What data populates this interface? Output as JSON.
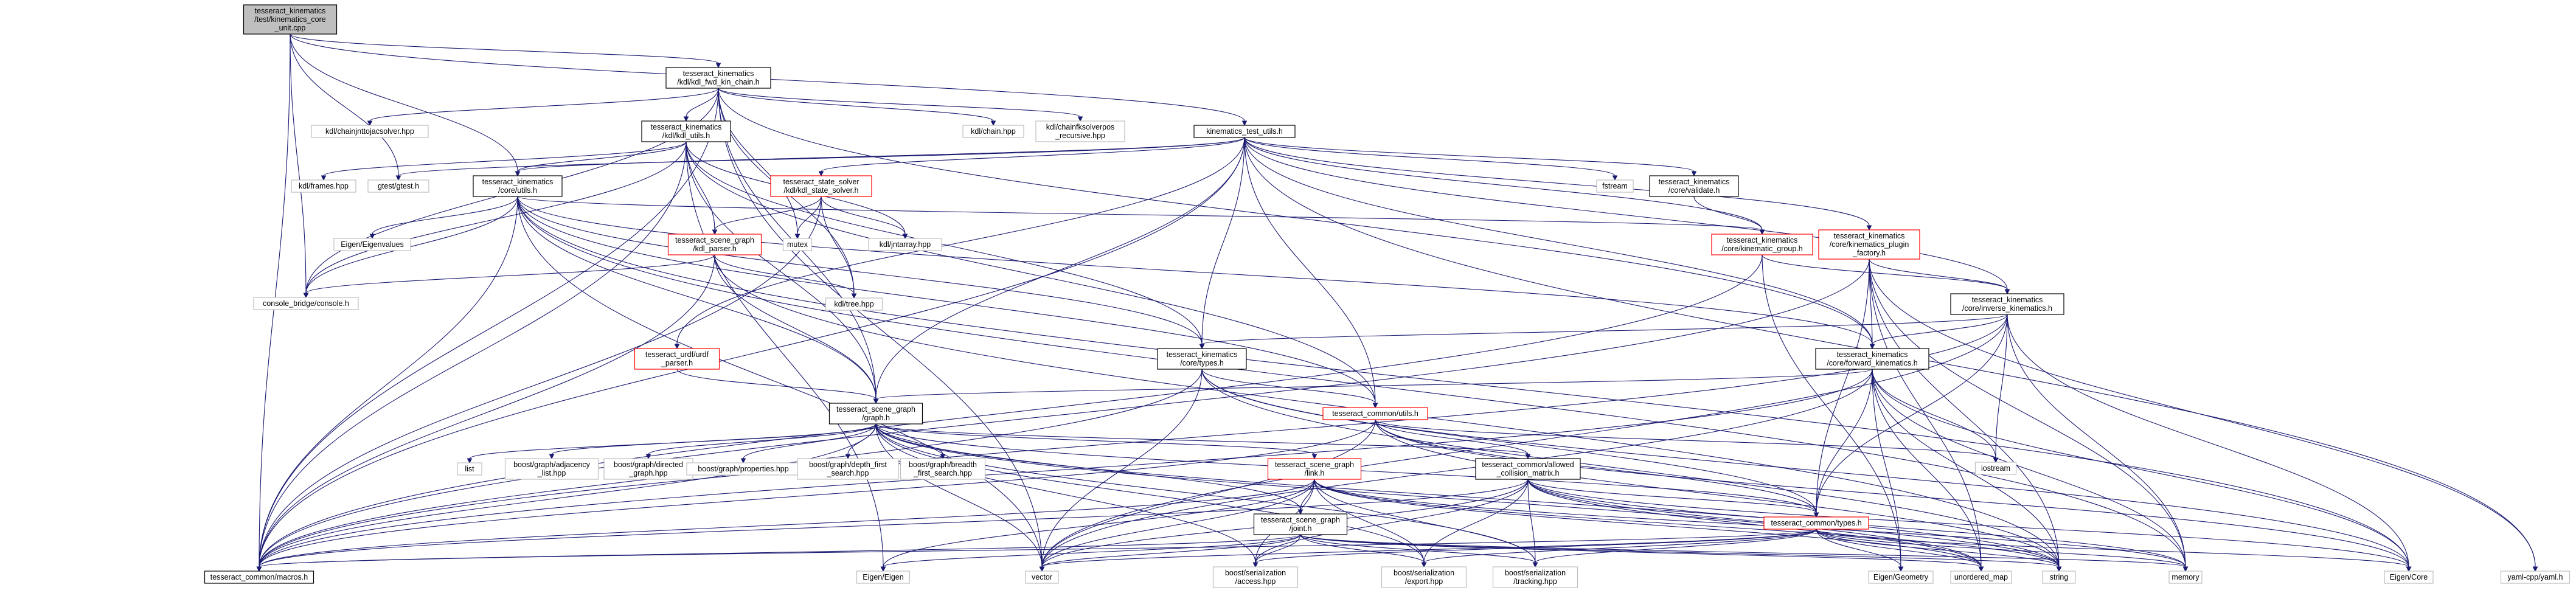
{
  "diagram": {
    "colors": {
      "edge": "#191970",
      "root_fill": "#bfbfbf",
      "node_border": "#000000",
      "incomplete_border": "#ff0000",
      "external_border": "#bfbfbf"
    },
    "nodes": [
      {
        "id": "root",
        "lines": [
          "tesseract_kinematics",
          "/test/kinematics_core",
          "_unit.cpp"
        ],
        "kind": "root"
      },
      {
        "id": "kdl_fwd",
        "lines": [
          "tesseract_kinematics",
          "/kdl/kdl_fwd_kin_chain.h"
        ],
        "kind": "normal"
      },
      {
        "id": "kdl_utils",
        "lines": [
          "tesseract_kinematics",
          "/kdl/kdl_utils.h"
        ],
        "kind": "normal"
      },
      {
        "id": "kin_test_utils",
        "lines": [
          "kinematics_test_utils.h"
        ],
        "kind": "normal"
      },
      {
        "id": "core_utils",
        "lines": [
          "tesseract_kinematics",
          "/core/utils.h"
        ],
        "kind": "normal"
      },
      {
        "id": "state_solver",
        "lines": [
          "tesseract_state_solver",
          "/kdl/kdl_state_solver.h"
        ],
        "kind": "incomplete"
      },
      {
        "id": "core_validate",
        "lines": [
          "tesseract_kinematics",
          "/core/validate.h"
        ],
        "kind": "normal"
      },
      {
        "id": "plugin_factory",
        "lines": [
          "tesseract_kinematics",
          "/core/kinematics_plugin",
          "_factory.h"
        ],
        "kind": "incomplete"
      },
      {
        "id": "kin_group",
        "lines": [
          "tesseract_kinematics",
          "/core/kinematic_group.h"
        ],
        "kind": "incomplete"
      },
      {
        "id": "kdl_parser",
        "lines": [
          "tesseract_scene_graph",
          "/kdl_parser.h"
        ],
        "kind": "incomplete"
      },
      {
        "id": "inv_kin",
        "lines": [
          "tesseract_kinematics",
          "/core/inverse_kinematics.h"
        ],
        "kind": "normal"
      },
      {
        "id": "urdf_parser",
        "lines": [
          "tesseract_urdf/urdf",
          "_parser.h"
        ],
        "kind": "incomplete"
      },
      {
        "id": "core_types",
        "lines": [
          "tesseract_kinematics",
          "/core/types.h"
        ],
        "kind": "normal"
      },
      {
        "id": "fwd_kin",
        "lines": [
          "tesseract_kinematics",
          "/core/forward_kinematics.h"
        ],
        "kind": "normal"
      },
      {
        "id": "graph",
        "lines": [
          "tesseract_scene_graph",
          "/graph.h"
        ],
        "kind": "normal"
      },
      {
        "id": "common_utils",
        "lines": [
          "tesseract_common/utils.h"
        ],
        "kind": "incomplete"
      },
      {
        "id": "link",
        "lines": [
          "tesseract_scene_graph",
          "/link.h"
        ],
        "kind": "incomplete"
      },
      {
        "id": "acm",
        "lines": [
          "tesseract_common/allowed",
          "_collision_matrix.h"
        ],
        "kind": "normal"
      },
      {
        "id": "common_types",
        "lines": [
          "tesseract_common/types.h"
        ],
        "kind": "incomplete"
      },
      {
        "id": "joint",
        "lines": [
          "tesseract_scene_graph",
          "/joint.h"
        ],
        "kind": "normal"
      },
      {
        "id": "macros",
        "lines": [
          "tesseract_common/macros.h"
        ],
        "kind": "normal"
      },
      {
        "id": "chainiktojac",
        "lines": [
          "kdl/chainjnttojacsolver.hpp"
        ],
        "kind": "external"
      },
      {
        "id": "chain",
        "lines": [
          "kdl/chain.hpp"
        ],
        "kind": "external"
      },
      {
        "id": "chainfksolverpos",
        "lines": [
          "kdl/chainfksolverpos",
          "_recursive.hpp"
        ],
        "kind": "external"
      },
      {
        "id": "kdl_frames",
        "lines": [
          "kdl/frames.hpp"
        ],
        "kind": "external"
      },
      {
        "id": "gtest",
        "lines": [
          "gtest/gtest.h"
        ],
        "kind": "external"
      },
      {
        "id": "eigenvalues",
        "lines": [
          "Eigen/Eigenvalues"
        ],
        "kind": "external"
      },
      {
        "id": "mutex",
        "lines": [
          "mutex"
        ],
        "kind": "external"
      },
      {
        "id": "jntarray",
        "lines": [
          "kdl/jntarray.hpp"
        ],
        "kind": "external"
      },
      {
        "id": "fstream",
        "lines": [
          "fstream"
        ],
        "kind": "external"
      },
      {
        "id": "console",
        "lines": [
          "console_bridge/console.h"
        ],
        "kind": "external"
      },
      {
        "id": "kdl_tree",
        "lines": [
          "kdl/tree.hpp"
        ],
        "kind": "external"
      },
      {
        "id": "iostream",
        "lines": [
          "iostream"
        ],
        "kind": "external"
      },
      {
        "id": "list",
        "lines": [
          "list"
        ],
        "kind": "external"
      },
      {
        "id": "adj_list",
        "lines": [
          "boost/graph/adjacency",
          "_list.hpp"
        ],
        "kind": "external"
      },
      {
        "id": "directed_graph",
        "lines": [
          "boost/graph/directed",
          "_graph.hpp"
        ],
        "kind": "external"
      },
      {
        "id": "properties",
        "lines": [
          "boost/graph/properties.hpp"
        ],
        "kind": "external"
      },
      {
        "id": "dfs",
        "lines": [
          "boost/graph/depth_first",
          "_search.hpp"
        ],
        "kind": "external"
      },
      {
        "id": "bfs",
        "lines": [
          "boost/graph/breadth",
          "_first_search.hpp"
        ],
        "kind": "external"
      },
      {
        "id": "eigen_eigen",
        "lines": [
          "Eigen/Eigen"
        ],
        "kind": "external"
      },
      {
        "id": "vector",
        "lines": [
          "vector"
        ],
        "kind": "external"
      },
      {
        "id": "access",
        "lines": [
          "boost/serialization",
          "/access.hpp"
        ],
        "kind": "external"
      },
      {
        "id": "export",
        "lines": [
          "boost/serialization",
          "/export.hpp"
        ],
        "kind": "external"
      },
      {
        "id": "tracking",
        "lines": [
          "boost/serialization",
          "/tracking.hpp"
        ],
        "kind": "external"
      },
      {
        "id": "eigen_geometry",
        "lines": [
          "Eigen/Geometry"
        ],
        "kind": "external"
      },
      {
        "id": "unordered_map",
        "lines": [
          "unordered_map"
        ],
        "kind": "external"
      },
      {
        "id": "string",
        "lines": [
          "string"
        ],
        "kind": "external"
      },
      {
        "id": "memory",
        "lines": [
          "memory"
        ],
        "kind": "external"
      },
      {
        "id": "eigen_core",
        "lines": [
          "Eigen/Core"
        ],
        "kind": "external"
      },
      {
        "id": "yaml",
        "lines": [
          "yaml-cpp/yaml.h"
        ],
        "kind": "external"
      }
    ],
    "edges": [
      [
        "root",
        "kdl_fwd"
      ],
      [
        "root",
        "kin_test_utils"
      ],
      [
        "root",
        "core_utils"
      ],
      [
        "root",
        "gtest"
      ],
      [
        "root",
        "macros"
      ],
      [
        "root",
        "console"
      ],
      [
        "kdl_fwd",
        "kdl_utils"
      ],
      [
        "kdl_fwd",
        "chainiktojac"
      ],
      [
        "kdl_fwd",
        "chain"
      ],
      [
        "kdl_fwd",
        "chainfksolverpos"
      ],
      [
        "kdl_fwd",
        "mutex"
      ],
      [
        "kdl_fwd",
        "fwd_kin"
      ],
      [
        "kdl_fwd",
        "graph"
      ],
      [
        "kdl_fwd",
        "macros"
      ],
      [
        "kdl_fwd",
        "console"
      ],
      [
        "kdl_fwd",
        "kdl_tree"
      ],
      [
        "kdl_fwd",
        "vector"
      ],
      [
        "kdl_utils",
        "kdl_frames"
      ],
      [
        "kdl_utils",
        "jntarray"
      ],
      [
        "kdl_utils",
        "kdl_parser"
      ],
      [
        "kdl_utils",
        "core_utils"
      ],
      [
        "kdl_utils",
        "core_types"
      ],
      [
        "kdl_utils",
        "graph"
      ],
      [
        "kdl_utils",
        "common_utils"
      ],
      [
        "kdl_utils",
        "macros"
      ],
      [
        "kdl_utils",
        "console"
      ],
      [
        "kdl_utils",
        "eigen_eigen"
      ],
      [
        "kin_test_utils",
        "gtest"
      ],
      [
        "kin_test_utils",
        "fstream"
      ],
      [
        "kin_test_utils",
        "state_solver"
      ],
      [
        "kin_test_utils",
        "core_validate"
      ],
      [
        "kin_test_utils",
        "plugin_factory"
      ],
      [
        "kin_test_utils",
        "kin_group"
      ],
      [
        "kin_test_utils",
        "core_utils"
      ],
      [
        "kin_test_utils",
        "inv_kin"
      ],
      [
        "kin_test_utils",
        "fwd_kin"
      ],
      [
        "kin_test_utils",
        "core_types"
      ],
      [
        "kin_test_utils",
        "urdf_parser"
      ],
      [
        "kin_test_utils",
        "graph"
      ],
      [
        "kin_test_utils",
        "common_utils"
      ],
      [
        "kin_test_utils",
        "macros"
      ],
      [
        "kin_test_utils",
        "yaml"
      ],
      [
        "core_utils",
        "eigenvalues"
      ],
      [
        "core_utils",
        "kin_group"
      ],
      [
        "core_utils",
        "fwd_kin"
      ],
      [
        "core_utils",
        "core_types"
      ],
      [
        "core_utils",
        "graph"
      ],
      [
        "core_utils",
        "common_utils"
      ],
      [
        "core_utils",
        "macros"
      ],
      [
        "core_utils",
        "console"
      ],
      [
        "core_utils",
        "vector"
      ],
      [
        "core_utils",
        "memory"
      ],
      [
        "core_utils",
        "eigen_core"
      ],
      [
        "state_solver",
        "kdl_parser"
      ],
      [
        "state_solver",
        "mutex"
      ],
      [
        "state_solver",
        "kdl_tree"
      ],
      [
        "state_solver",
        "jntarray"
      ],
      [
        "state_solver",
        "macros"
      ],
      [
        "core_validate",
        "kin_group"
      ],
      [
        "plugin_factory",
        "inv_kin"
      ],
      [
        "plugin_factory",
        "fwd_kin"
      ],
      [
        "plugin_factory",
        "common_types"
      ],
      [
        "plugin_factory",
        "macros"
      ],
      [
        "plugin_factory",
        "yaml"
      ],
      [
        "plugin_factory",
        "unordered_map"
      ],
      [
        "plugin_factory",
        "string"
      ],
      [
        "plugin_factory",
        "memory"
      ],
      [
        "kin_group",
        "inv_kin"
      ],
      [
        "kin_group",
        "macros"
      ],
      [
        "kin_group",
        "eigen_geometry"
      ],
      [
        "kdl_parser",
        "kdl_tree"
      ],
      [
        "kdl_parser",
        "graph"
      ],
      [
        "kdl_parser",
        "macros"
      ],
      [
        "kdl_parser",
        "console"
      ],
      [
        "kdl_parser",
        "string"
      ],
      [
        "inv_kin",
        "core_types"
      ],
      [
        "inv_kin",
        "fwd_kin"
      ],
      [
        "inv_kin",
        "common_types"
      ],
      [
        "inv_kin",
        "macros"
      ],
      [
        "inv_kin",
        "vector"
      ],
      [
        "inv_kin",
        "memory"
      ],
      [
        "inv_kin",
        "eigen_core"
      ],
      [
        "inv_kin",
        "iostream"
      ],
      [
        "urdf_parser",
        "graph"
      ],
      [
        "core_types",
        "common_utils"
      ],
      [
        "core_types",
        "common_types"
      ],
      [
        "core_types",
        "macros"
      ],
      [
        "core_types",
        "eigen_core"
      ],
      [
        "core_types",
        "vector"
      ],
      [
        "core_types",
        "string"
      ],
      [
        "fwd_kin",
        "graph"
      ],
      [
        "fwd_kin",
        "common_types"
      ],
      [
        "fwd_kin",
        "macros"
      ],
      [
        "fwd_kin",
        "eigen_geometry"
      ],
      [
        "fwd_kin",
        "unordered_map"
      ],
      [
        "fwd_kin",
        "iostream"
      ],
      [
        "fwd_kin",
        "string"
      ],
      [
        "fwd_kin",
        "memory"
      ],
      [
        "fwd_kin",
        "vector"
      ],
      [
        "fwd_kin",
        "eigen_core"
      ],
      [
        "graph",
        "list"
      ],
      [
        "graph",
        "adj_list"
      ],
      [
        "graph",
        "directed_graph"
      ],
      [
        "graph",
        "properties"
      ],
      [
        "graph",
        "dfs"
      ],
      [
        "graph",
        "bfs"
      ],
      [
        "graph",
        "link"
      ],
      [
        "graph",
        "joint"
      ],
      [
        "graph",
        "acm"
      ],
      [
        "graph",
        "common_types"
      ],
      [
        "graph",
        "macros"
      ],
      [
        "graph",
        "access"
      ],
      [
        "graph",
        "export"
      ],
      [
        "graph",
        "tracking"
      ],
      [
        "graph",
        "unordered_map"
      ],
      [
        "graph",
        "string"
      ],
      [
        "graph",
        "vector"
      ],
      [
        "common_utils",
        "common_types"
      ],
      [
        "common_utils",
        "acm"
      ],
      [
        "common_utils",
        "iostream"
      ],
      [
        "common_utils",
        "vector"
      ],
      [
        "common_utils",
        "string"
      ],
      [
        "common_utils",
        "macros"
      ],
      [
        "common_utils",
        "eigen_core"
      ],
      [
        "link",
        "joint"
      ],
      [
        "link",
        "macros"
      ],
      [
        "link",
        "eigen_eigen"
      ],
      [
        "link",
        "vector"
      ],
      [
        "link",
        "access"
      ],
      [
        "link",
        "export"
      ],
      [
        "link",
        "tracking"
      ],
      [
        "link",
        "string"
      ],
      [
        "link",
        "memory"
      ],
      [
        "link",
        "unordered_map"
      ],
      [
        "acm",
        "common_types"
      ],
      [
        "acm",
        "macros"
      ],
      [
        "acm",
        "access"
      ],
      [
        "acm",
        "export"
      ],
      [
        "acm",
        "tracking"
      ],
      [
        "acm",
        "vector"
      ],
      [
        "acm",
        "string"
      ],
      [
        "acm",
        "unordered_map"
      ],
      [
        "acm",
        "memory"
      ],
      [
        "acm",
        "eigen_core"
      ],
      [
        "common_types",
        "eigen_geometry"
      ],
      [
        "common_types",
        "unordered_map"
      ],
      [
        "common_types",
        "vector"
      ],
      [
        "common_types",
        "string"
      ],
      [
        "common_types",
        "memory"
      ],
      [
        "common_types",
        "access"
      ],
      [
        "common_types",
        "export"
      ],
      [
        "common_types",
        "tracking"
      ],
      [
        "common_types",
        "eigen_core"
      ],
      [
        "common_types",
        "macros"
      ],
      [
        "joint",
        "macros"
      ],
      [
        "joint",
        "eigen_eigen"
      ],
      [
        "joint",
        "vector"
      ],
      [
        "joint",
        "access"
      ],
      [
        "joint",
        "export"
      ],
      [
        "joint",
        "tracking"
      ],
      [
        "joint",
        "string"
      ],
      [
        "joint",
        "memory"
      ],
      [
        "joint",
        "unordered_map"
      ]
    ]
  }
}
